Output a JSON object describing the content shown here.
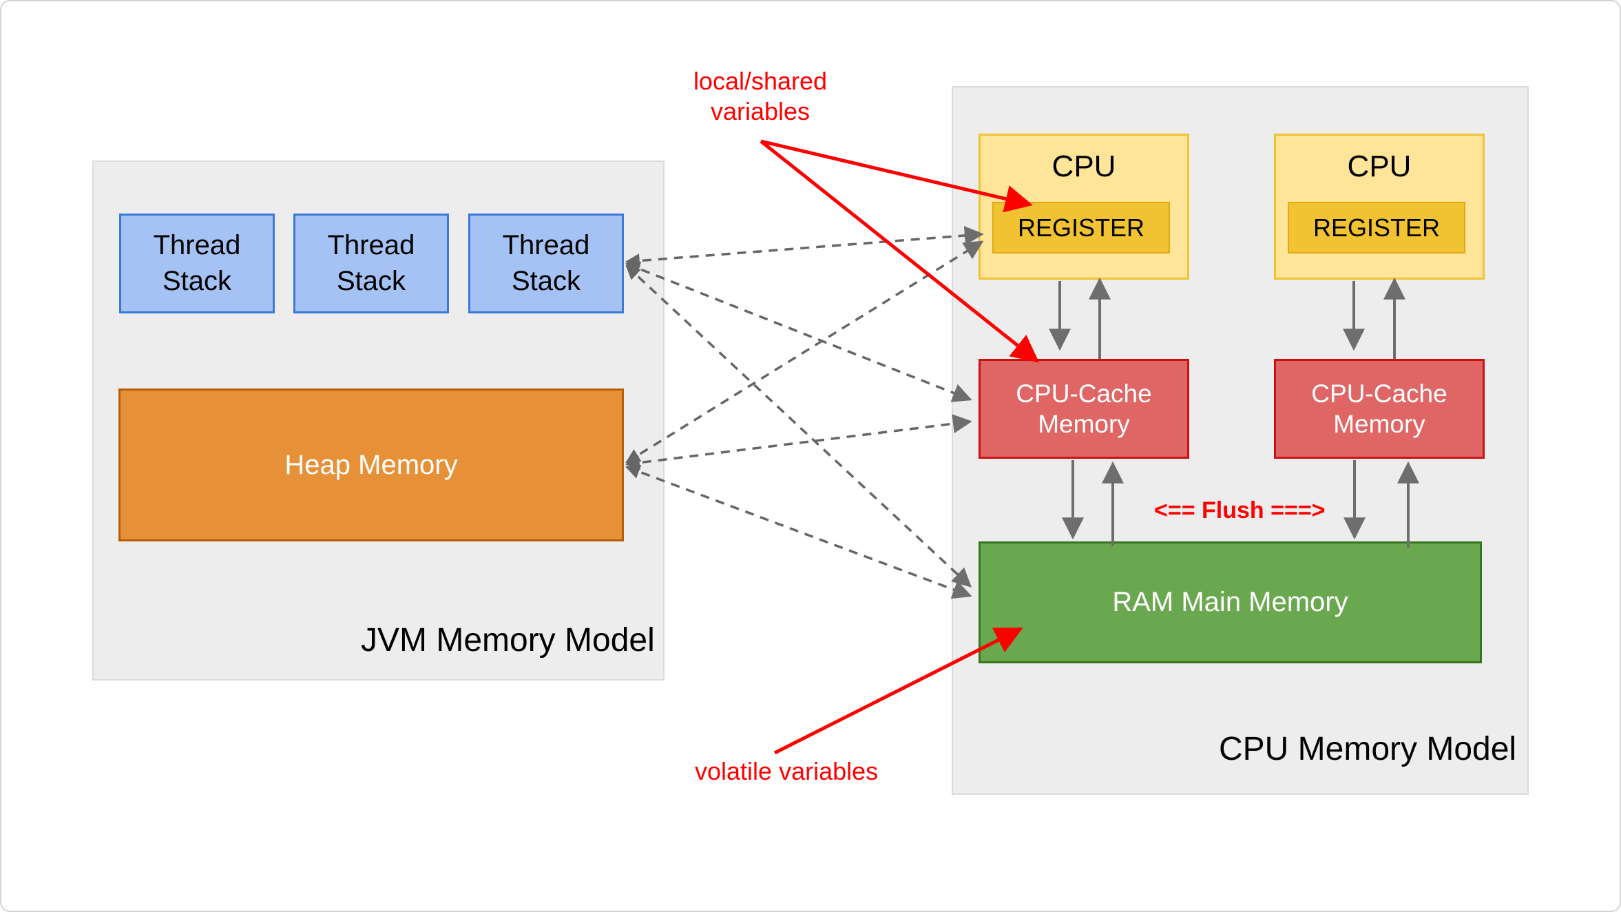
{
  "jvm_panel": {
    "title": "JVM Memory Model",
    "thread_stacks": [
      "Thread\nStack",
      "Thread\nStack",
      "Thread\nStack"
    ],
    "heap_label": "Heap Memory"
  },
  "cpu_panel": {
    "title": "CPU Memory Model",
    "cpus": [
      {
        "label": "CPU",
        "register_label": "REGISTER"
      },
      {
        "label": "CPU",
        "register_label": "REGISTER"
      }
    ],
    "caches": [
      "CPU-Cache\nMemory",
      "CPU-Cache\nMemory"
    ],
    "ram_label": "RAM Main Memory",
    "flush_label": "<== Flush ===>"
  },
  "annotations": {
    "local_shared": "local/shared\nvariables",
    "volatile_vars": "volatile variables"
  },
  "colors": {
    "panel_bg": "#ededed",
    "thread_stack_fill": "#a4c2f4",
    "thread_stack_border": "#3c78d8",
    "heap_fill": "#e69138",
    "heap_border": "#b45f06",
    "cpu_fill": "#ffe599",
    "cpu_border": "#f1c232",
    "register_fill": "#f1c232",
    "cache_fill": "#e06666",
    "cache_border": "#cc1111",
    "ram_fill": "#6aa84f",
    "ram_border": "#38761d",
    "annotation_red": "#ff0000",
    "arrow_gray": "#666666"
  }
}
